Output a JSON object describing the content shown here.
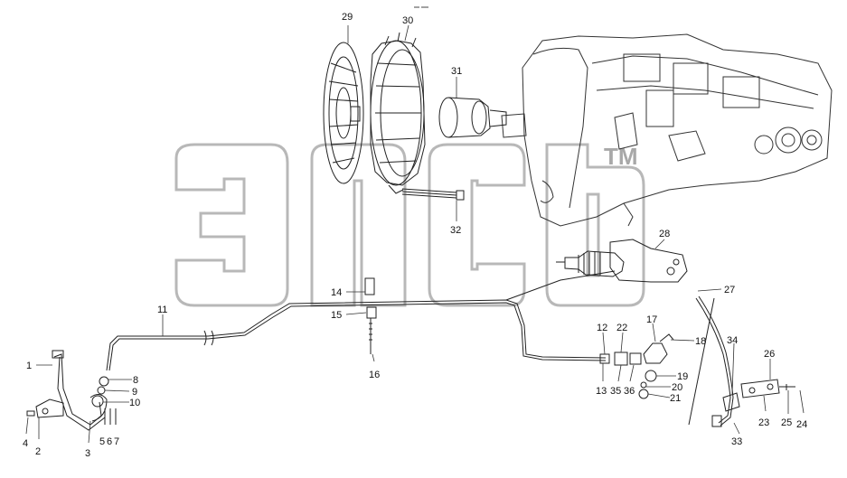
{
  "watermark": {
    "text": "ЭПСБ",
    "tm": "TM",
    "color": "#b8b8b8"
  },
  "callouts": [
    {
      "id": "c1",
      "text": "1"
    },
    {
      "id": "c2",
      "text": "2"
    },
    {
      "id": "c3",
      "text": "3"
    },
    {
      "id": "c4",
      "text": "4"
    },
    {
      "id": "c5",
      "text": "5"
    },
    {
      "id": "c6",
      "text": "6"
    },
    {
      "id": "c7",
      "text": "7"
    },
    {
      "id": "c8",
      "text": "8"
    },
    {
      "id": "c9",
      "text": "9"
    },
    {
      "id": "c10",
      "text": "10"
    },
    {
      "id": "c11",
      "text": "11"
    },
    {
      "id": "c12",
      "text": "12"
    },
    {
      "id": "c13",
      "text": "13"
    },
    {
      "id": "c14",
      "text": "14"
    },
    {
      "id": "c15",
      "text": "15"
    },
    {
      "id": "c16",
      "text": "16"
    },
    {
      "id": "c17",
      "text": "17"
    },
    {
      "id": "c18",
      "text": "18"
    },
    {
      "id": "c19",
      "text": "19"
    },
    {
      "id": "c20",
      "text": "20"
    },
    {
      "id": "c21",
      "text": "21"
    },
    {
      "id": "c22",
      "text": "22"
    },
    {
      "id": "c23",
      "text": "23"
    },
    {
      "id": "c24",
      "text": "24"
    },
    {
      "id": "c25",
      "text": "25"
    },
    {
      "id": "c26",
      "text": "26"
    },
    {
      "id": "c27",
      "text": "27"
    },
    {
      "id": "c28",
      "text": "28"
    },
    {
      "id": "c29",
      "text": "29"
    },
    {
      "id": "c30",
      "text": "30"
    },
    {
      "id": "c31",
      "text": "31"
    },
    {
      "id": "c32",
      "text": "32"
    },
    {
      "id": "c33",
      "text": "33"
    },
    {
      "id": "c34",
      "text": "34"
    },
    {
      "id": "c35",
      "text": "35"
    },
    {
      "id": "c36",
      "text": "36"
    }
  ]
}
